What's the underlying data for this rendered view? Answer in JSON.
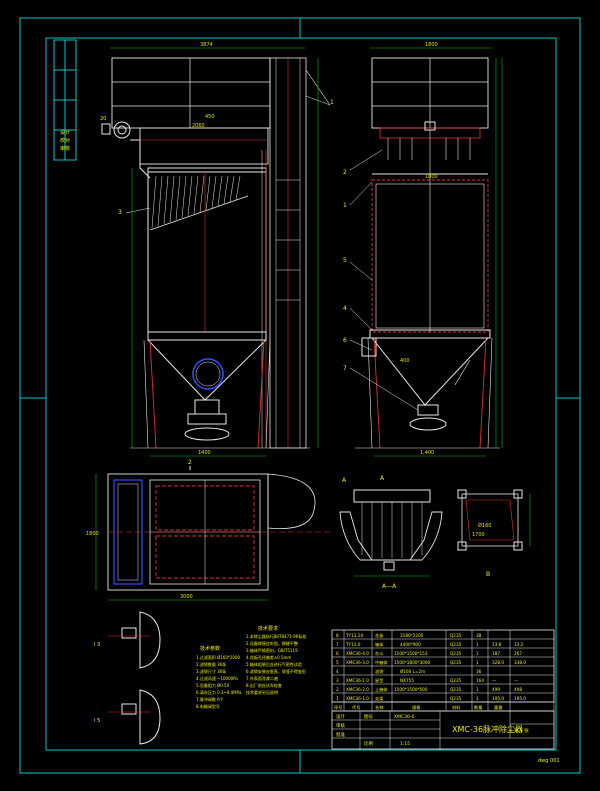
{
  "colors": {
    "background": "#000000",
    "frame": "#00c8c8",
    "body_line": "#e8e8e8",
    "dim_line": "#00c000",
    "hidden_line": "#e03030",
    "label_text": "#f0f000",
    "dim_text": "#e0e000",
    "accent_blue": "#3050ff"
  },
  "labels": {
    "front_leaders": [
      "1",
      "3"
    ],
    "side_leaders": [
      "2",
      "1",
      "5",
      "4",
      "6",
      "7"
    ],
    "top_view_leader": "2",
    "section_A": "A—A",
    "view_B": "B",
    "detail_left_top": "I 3",
    "detail_left_bottom": "I 5",
    "section_marks": [
      "A",
      "A"
    ]
  },
  "dims": {
    "front_width": "3874",
    "side_width": "1800",
    "front_mid": "450",
    "front_mid2": "2060",
    "front_low": "1400",
    "side_mid": "1800",
    "side_low": "1,400",
    "side_mid_small": "400",
    "top_plan_width": "3000",
    "top_plan_height": "1800",
    "detail_plate": "Ø160",
    "detail_1700": "1700"
  },
  "notes": {
    "params_title": "技术参数",
    "params": [
      "1.过滤面积 Ø160*2000",
      "2.滤袋数量 36条",
      "3.滤袋尺寸 36条",
      "4.过滤风速 ~10000Pa",
      "5.设备阻力 Ø0.5X",
      "6.清灰压力 0.3~0.4MPa",
      "7.脉冲阀数 6个",
      "8.电磁阀型号"
    ],
    "tech_title": "技术要求",
    "tech": [
      "1.本除尘器执行JB/T8471-96标准",
      "2.设备焊接应牢固，焊缝平整",
      "3.箱体严格密封，GB/T5119",
      "4.花板孔径偏差±0.5mm",
      "5.箱体组装后应进行气密性试验",
      "6.滤袋安装应垂直，袋笼不得变形",
      "7.外表面涂漆二遍",
      "8.出厂前应试车检查",
      "技术要求另见说明"
    ]
  },
  "bom": [
    {
      "no": "8",
      "code": "TY13.10",
      "name": "花板",
      "spec": "3180*2200",
      "mat": "Q235",
      "qty": "38",
      "w1": "",
      "w2": ""
    },
    {
      "no": "7",
      "code": "TY13.0",
      "name": "箱体",
      "spec": "4400*900",
      "mat": "Q235",
      "qty": "1",
      "w1": "13.8",
      "w2": "13.2"
    },
    {
      "no": "6",
      "code": "XMC36-4.0",
      "name": "灰斗",
      "spec": "1500*1500*153",
      "mat": "Q235",
      "qty": "1",
      "w1": "187",
      "w2": "267"
    },
    {
      "no": "5",
      "code": "XMC36-3.0",
      "name": "中箱体",
      "spec": "1500*1800*3000",
      "mat": "Q235",
      "qty": "1",
      "w1": "328.0",
      "w2": "338.0"
    },
    {
      "no": "4",
      "code": "",
      "name": "滤袋",
      "spec": "Ø160 L=2m",
      "mat": "",
      "qty": "36",
      "w1": "",
      "w2": ""
    },
    {
      "no": "3",
      "code": "XMC36-1.0",
      "name": "星型",
      "spec": "NX755",
      "mat": "Q235",
      "qty": "164",
      "w1": "—",
      "w2": "—"
    },
    {
      "no": "2",
      "code": "XMC36-2.0",
      "name": "上箱体",
      "spec": "1500*1500*500",
      "mat": "Q235",
      "qty": "1",
      "w1": "499",
      "w2": "498"
    },
    {
      "no": "1",
      "code": "XMC36-1.0",
      "name": "支架",
      "spec": "",
      "mat": "Q235",
      "qty": "1",
      "w1": "195.0",
      "w2": "195.0"
    }
  ],
  "bom_header": {
    "no": "序号",
    "code": "代号",
    "name": "名称",
    "spec": "规格",
    "mat": "材料",
    "qty": "数量",
    "w": "重量"
  },
  "title_block": {
    "drawing_no_label": "图号",
    "drawing_no": "XMC36-0",
    "title": "XMC-36脉冲除尘器",
    "scale_label": "比例",
    "scale": "1:15",
    "sheet": "第 1 张",
    "designer": "设计",
    "checker": "审核",
    "approver": "批准"
  },
  "margin_label": "dwg 001",
  "left_strip": [
    "设计",
    "校对",
    "审核"
  ]
}
